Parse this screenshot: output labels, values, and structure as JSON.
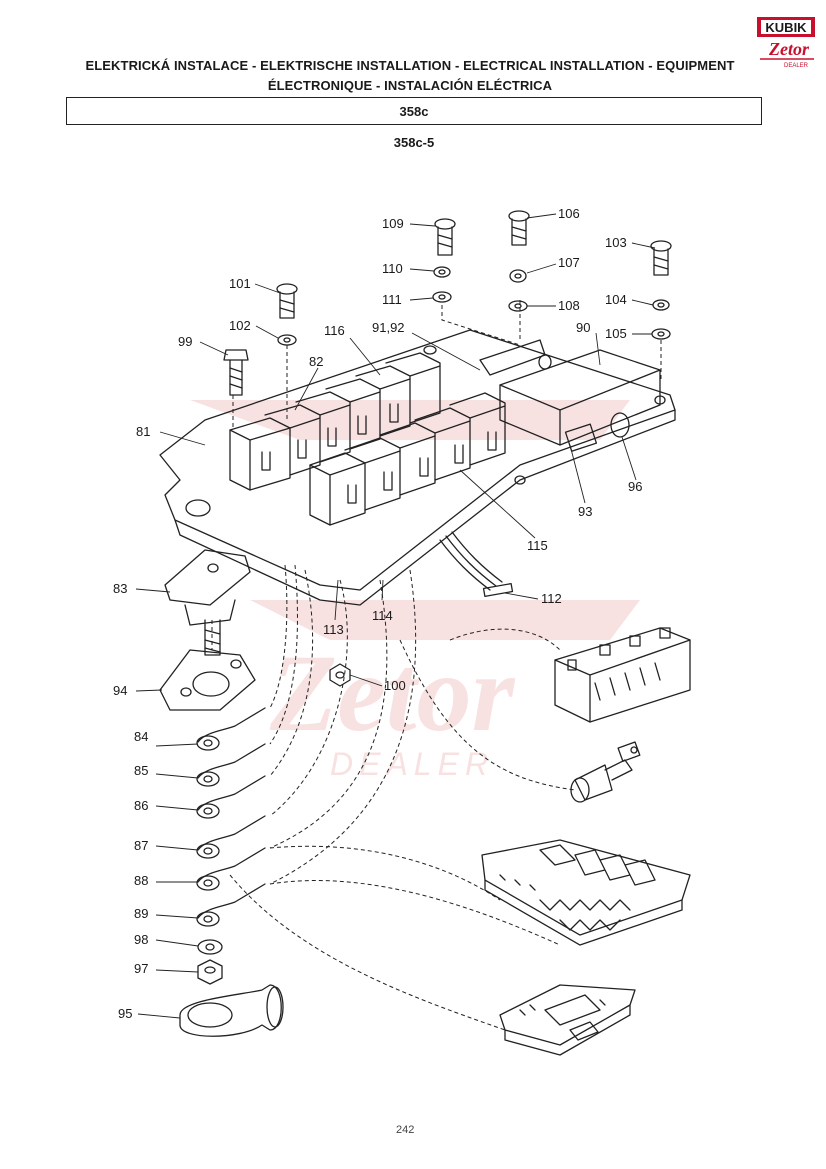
{
  "header": {
    "title_line1": "ELEKTRICKÁ INSTALACE - ELEKTRISCHE INSTALLATION - ELECTRICAL INSTALLATION - EQUIPMENT",
    "title_line2": "ÉLECTRONIQUE - INSTALACIÓN ELÉCTRICA",
    "section": "358c",
    "figure_id": "358c-5"
  },
  "logo": {
    "top_text": "KUBIK",
    "brand_text": "Zetor",
    "sub_text": "DEALER",
    "color": "#c8102e"
  },
  "watermark": {
    "brand": "Zetor",
    "sub": "DEALER",
    "color": "#f3c9c9"
  },
  "callouts": {
    "c81": "81",
    "c82": "82",
    "c83": "83",
    "c84": "84",
    "c85": "85",
    "c86": "86",
    "c87": "87",
    "c88": "88",
    "c89": "89",
    "c90": "90",
    "c9192": "91,92",
    "c93": "93",
    "c94": "94",
    "c95": "95",
    "c96": "96",
    "c97": "97",
    "c98": "98",
    "c99": "99",
    "c100": "100",
    "c101": "101",
    "c102": "102",
    "c103": "103",
    "c104": "104",
    "c105": "105",
    "c106": "106",
    "c107": "107",
    "c108": "108",
    "c109": "109",
    "c110": "110",
    "c111": "111",
    "c112": "112",
    "c113": "113",
    "c114": "114",
    "c115": "115",
    "c116": "116"
  },
  "footer": {
    "page_number": "242"
  },
  "colors": {
    "ink": "#1a1a1a",
    "accent": "#c8102e"
  }
}
